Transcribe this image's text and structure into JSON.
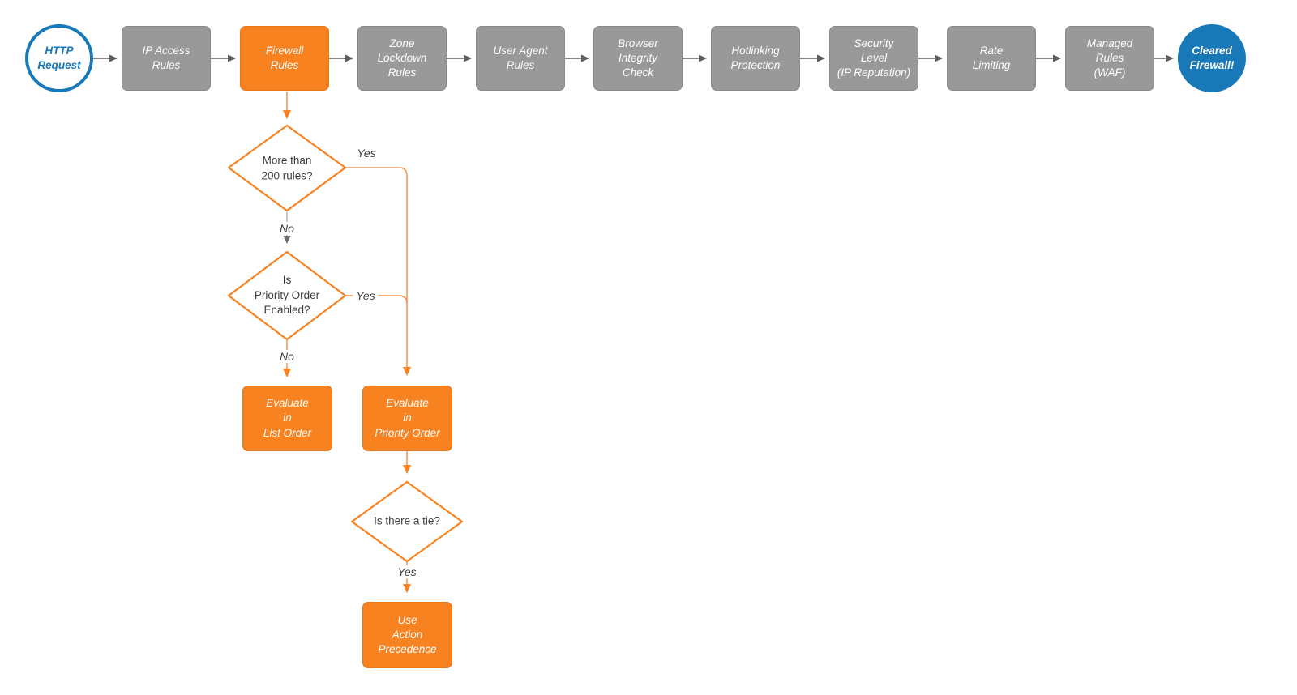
{
  "colors": {
    "process_gray": "#999999",
    "accent_orange": "#F7821F",
    "terminal_blue": "#1878B8",
    "connector_dark": "#5E5E5E",
    "text_dark": "#3D3D3D"
  },
  "pipeline": {
    "start": {
      "label": "HTTP\nRequest"
    },
    "steps": [
      {
        "label": "IP Access\nRules"
      },
      {
        "label": "Firewall\nRules"
      },
      {
        "label": "Zone\nLockdown\nRules"
      },
      {
        "label": "User Agent\nRules"
      },
      {
        "label": "Browser\nIntegrity\nCheck"
      },
      {
        "label": "Hotlinking\nProtection"
      },
      {
        "label": "Security\nLevel\n(IP Reputation)"
      },
      {
        "label": "Rate\nLimiting"
      },
      {
        "label": "Managed\nRules\n(WAF)"
      }
    ],
    "end": {
      "label": "Cleared\nFirewall!"
    }
  },
  "branch": {
    "decisions": [
      {
        "label": "More than\n200 rules?",
        "yes_label": "Yes",
        "no_label": "No"
      },
      {
        "label": "Is\nPriority Order\nEnabled?",
        "yes_label": "Yes",
        "no_label": "No"
      },
      {
        "label": "Is there a tie?",
        "yes_label": "Yes"
      }
    ],
    "actions": [
      {
        "label": "Evaluate\nin\nList Order"
      },
      {
        "label": "Evaluate\nin\nPriority Order"
      },
      {
        "label": "Use\nAction\nPrecedence"
      }
    ]
  }
}
